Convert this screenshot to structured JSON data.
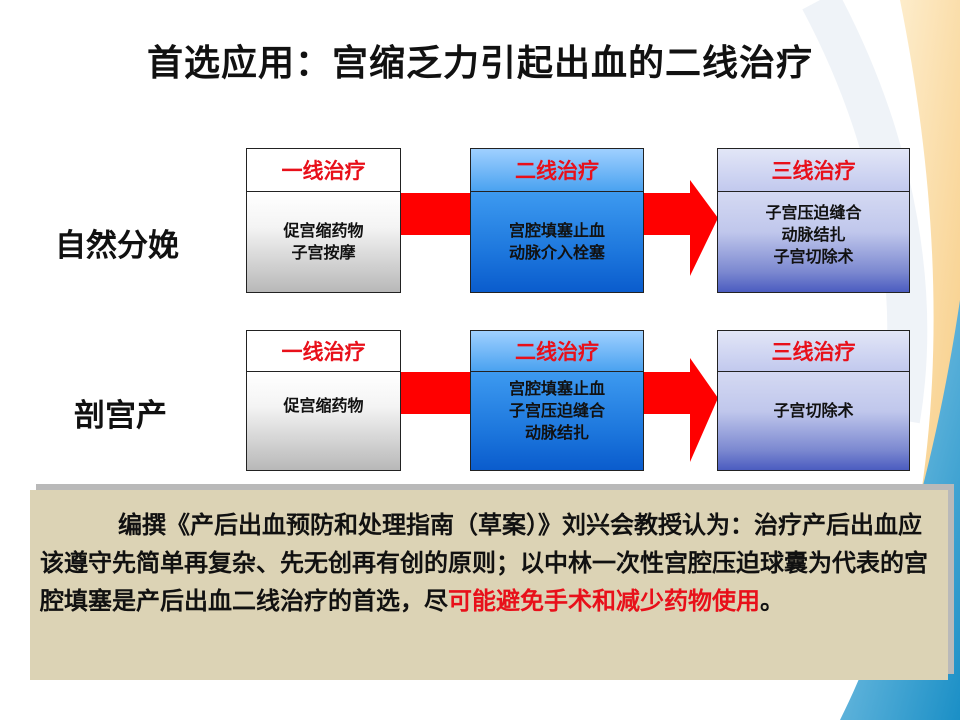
{
  "title": "首选应用：宫缩乏力引起出血的二线治疗",
  "rows": [
    {
      "label": "自然分娩",
      "columns": [
        {
          "header": "一线治疗",
          "lines": [
            "促宫缩药物",
            "子宫按摩"
          ]
        },
        {
          "header": "二线治疗",
          "lines": [
            "宫腔填塞止血",
            "动脉介入栓塞"
          ]
        },
        {
          "header": "三线治疗",
          "lines": [
            "子宫压迫缝合",
            "动脉结扎",
            "子宫切除术"
          ]
        }
      ]
    },
    {
      "label": "剖宫产",
      "columns": [
        {
          "header": "一线治疗",
          "lines": [
            "促宫缩药物"
          ]
        },
        {
          "header": "二线治疗",
          "lines": [
            "宫腔填塞止血",
            "子宫压迫缝合",
            "动脉结扎"
          ]
        },
        {
          "header": "三线治疗",
          "lines": [
            "子宫切除术"
          ]
        }
      ]
    }
  ],
  "note": {
    "text": "编撰《产后出血预防和处理指南（草案）》刘兴会教授认为：治疗产后出血应该遵守先简单再复杂、先无创再有创的原则；以中林一次性宫腔压迫球囊为代表的宫腔填塞是产后出血二线治疗的首选，尽",
    "highlight": "可能避免手术和减少药物使用",
    "end": "。"
  },
  "colors": {
    "header_text": "#e8101a",
    "arrow": "#ff0000",
    "note_bg": "#dcd3b5"
  }
}
